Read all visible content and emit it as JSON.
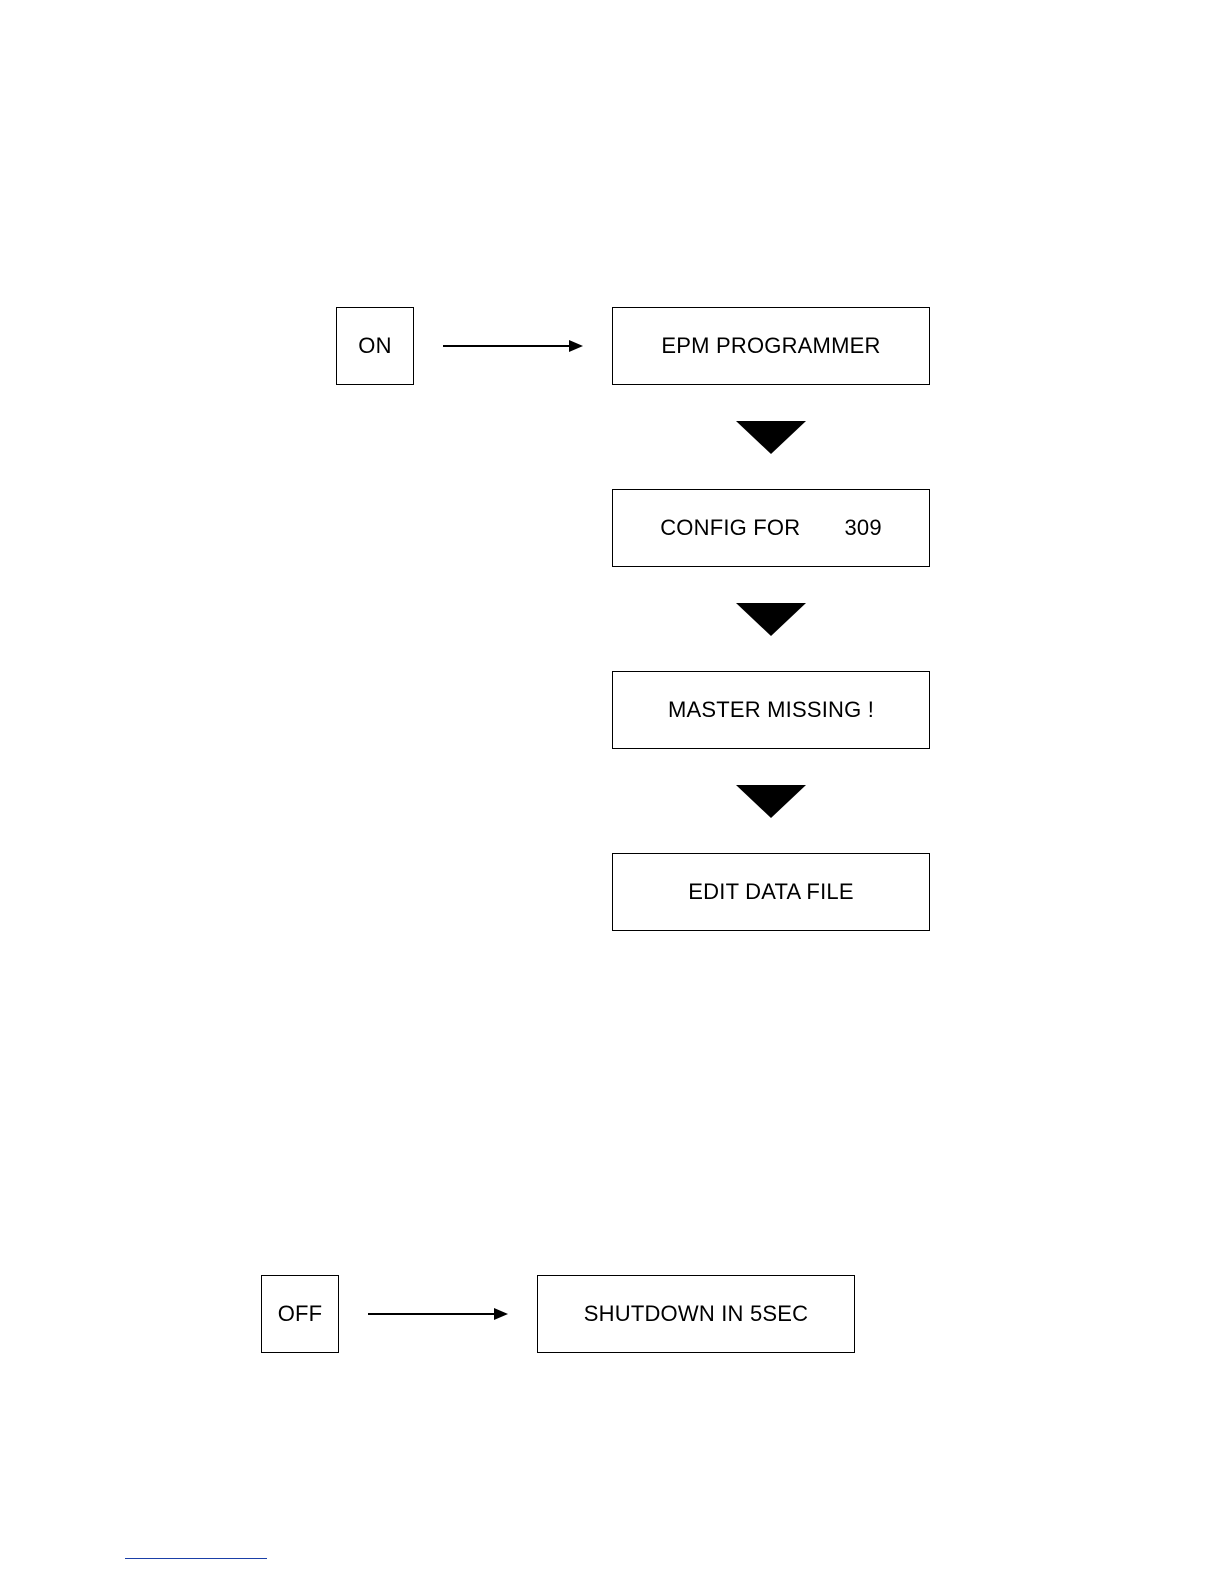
{
  "diagram": {
    "on_sequence": {
      "trigger": "ON",
      "steps": [
        "EPM PROGRAMMER",
        "CONFIG FOR       309",
        "MASTER MISSING !",
        "EDIT DATA FILE"
      ]
    },
    "off_sequence": {
      "trigger": "OFF",
      "result": "SHUTDOWN IN 5SEC"
    }
  }
}
